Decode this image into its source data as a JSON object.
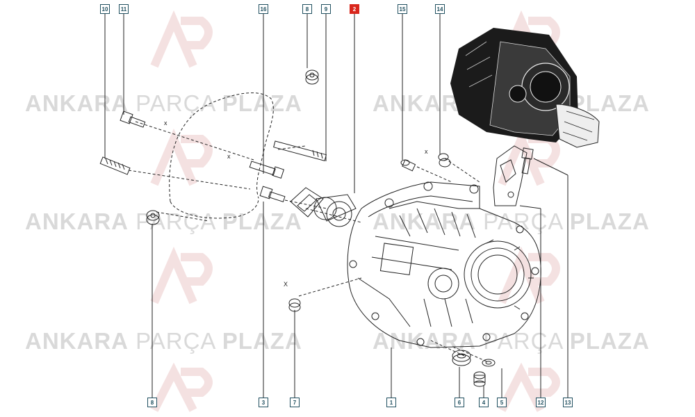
{
  "watermark": {
    "word_bold_1": "ANKARA",
    "word_light": "PARÇA",
    "word_bold_2": "PLAZA"
  },
  "callouts": {
    "c10": "10",
    "c11": "11",
    "c16": "16",
    "c8top": "8",
    "c9": "9",
    "c2": "2",
    "c15": "15",
    "c14": "14",
    "c8bottom": "8",
    "c3": "3",
    "c7": "7",
    "c1": "1",
    "c6": "6",
    "c4": "4",
    "c5": "5",
    "c12": "12",
    "c13": "13"
  },
  "x_marks": {
    "x1": "x",
    "x2": "x",
    "x3": "x",
    "x4": "X"
  },
  "colors": {
    "highlight": "#d9261c",
    "callout": "#1f4f5f",
    "line": "#222222",
    "watermark": "#d9d9d9"
  }
}
